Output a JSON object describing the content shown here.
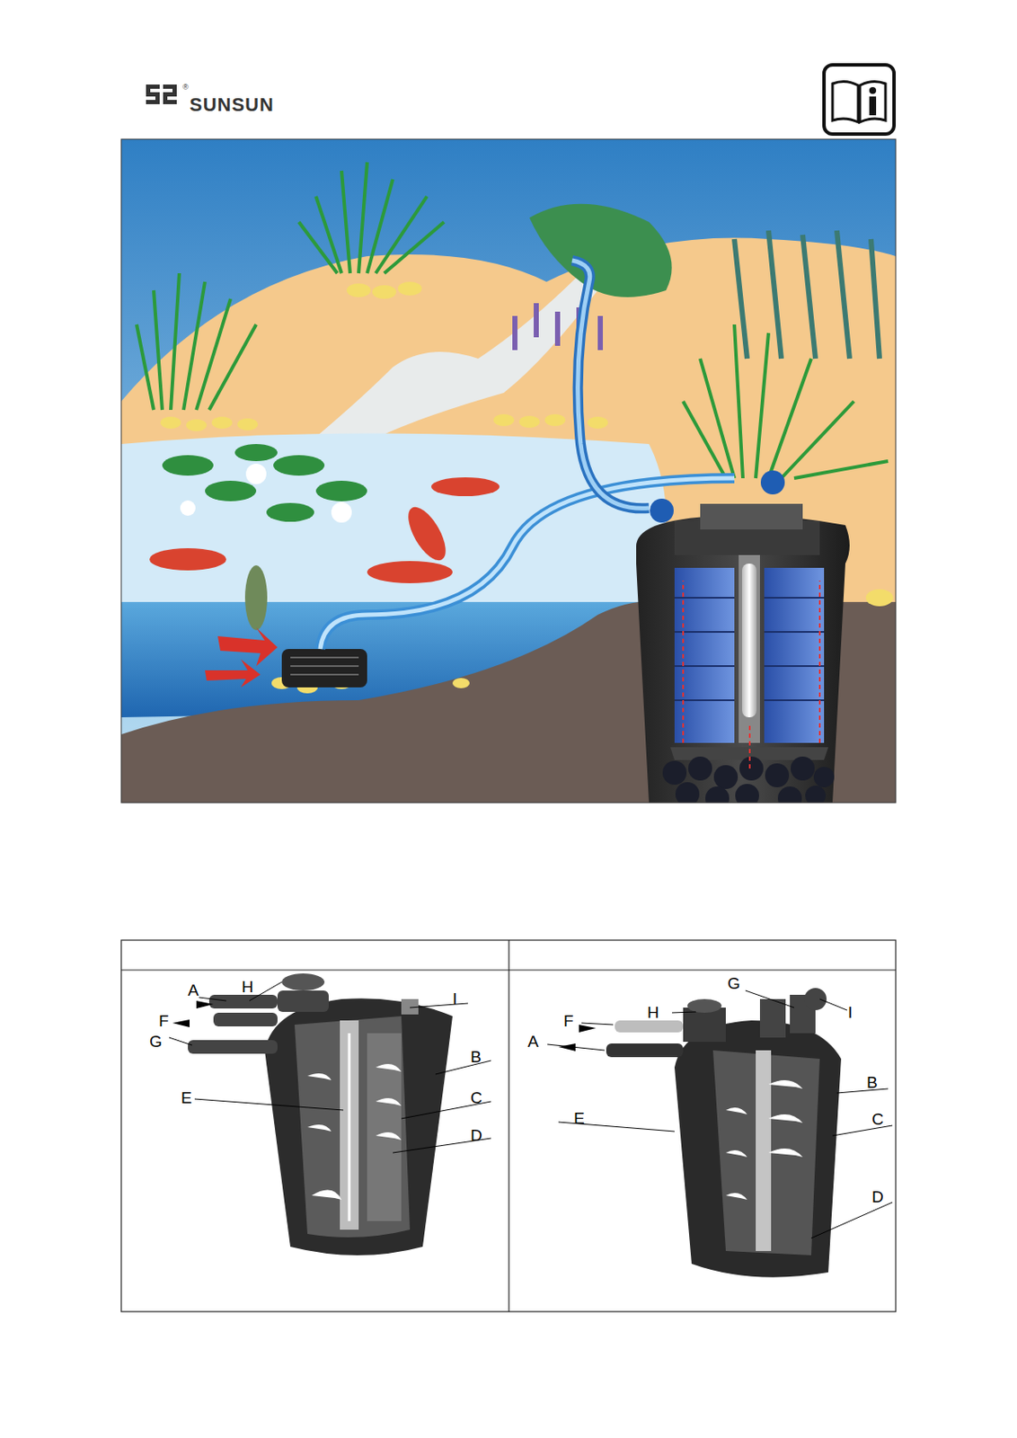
{
  "diagram": {
    "labels": [
      "SUNSUN",
      "®",
      "A",
      "H",
      "F",
      "G",
      "I",
      "B",
      "E",
      "C",
      "D",
      "G",
      "H",
      "I",
      "F",
      "A",
      "E",
      "B",
      "C",
      "D"
    ]
  }
}
